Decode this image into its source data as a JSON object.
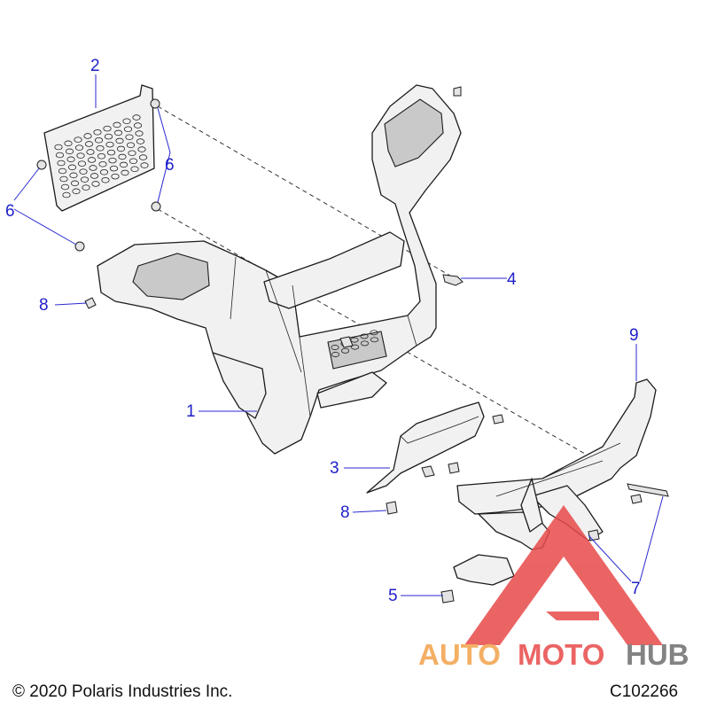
{
  "callouts": {
    "c1": "1",
    "c2": "2",
    "c3": "3",
    "c4": "4",
    "c5": "5",
    "c6a": "6",
    "c6b": "6",
    "c7": "7",
    "c8a": "8",
    "c8b": "8",
    "c9": "9"
  },
  "footer": {
    "copyright": "© 2020 Polaris Industries Inc.",
    "diagram_code": "C102266"
  },
  "watermark": {
    "word_a": "AUTO",
    "word_b": "MOTO",
    "word_c": "HUB"
  },
  "colors": {
    "callout": "#1f1fc8",
    "logo_red": "#e84a4a",
    "logo_orange": "#f2a24a",
    "logo_gray": "#6e6e6e"
  }
}
